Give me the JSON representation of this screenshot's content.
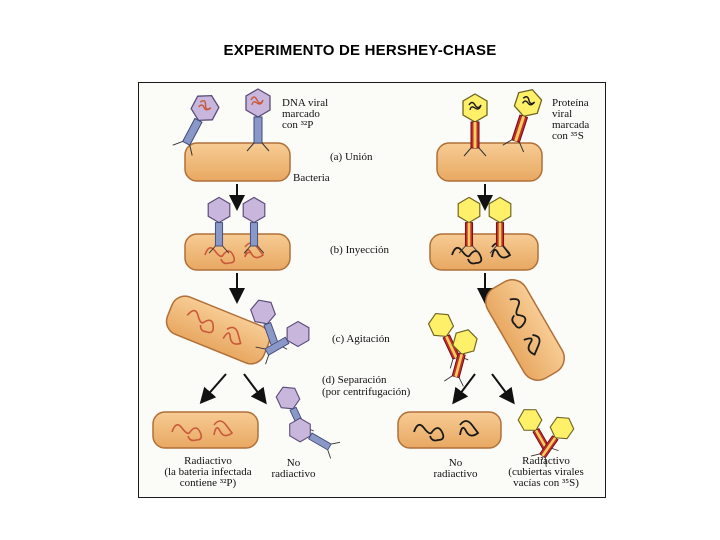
{
  "title": "EXPERIMENTO DE  HERSHEY-CHASE",
  "labels": {
    "dna_viral": "DNA viral\nmarcado\ncon ³²P",
    "proteina_viral": "Proteína\nviral\nmarcada\ncon ³⁵S",
    "bacteria": "Bacteria",
    "radiactivo_left": "Radiactivo\n(la bateria infectada\ncontiene ³²P)",
    "no_radiactivo_left": "No\nradiactivo",
    "no_radiactivo_right": "No\nradiactivo",
    "radiactivo_right": "Radiactivo\n(cubiertas virales\nvacías con ³⁵S)"
  },
  "stages": {
    "a": "(a) Unión",
    "b": "(b) Inyección",
    "c": "(c) Agitación",
    "d": "(d) Separación\n(por centrifugación)"
  },
  "colors": {
    "bacteria_fill": "#f0b878",
    "bacteria_stroke": "#b8743a",
    "phage_dna_head": "#c3b2d8",
    "phage_prot_head": "#fff170",
    "tail_red": "#c82828",
    "dna_red": "#d87850",
    "dna_black": "#1a1a1a"
  }
}
